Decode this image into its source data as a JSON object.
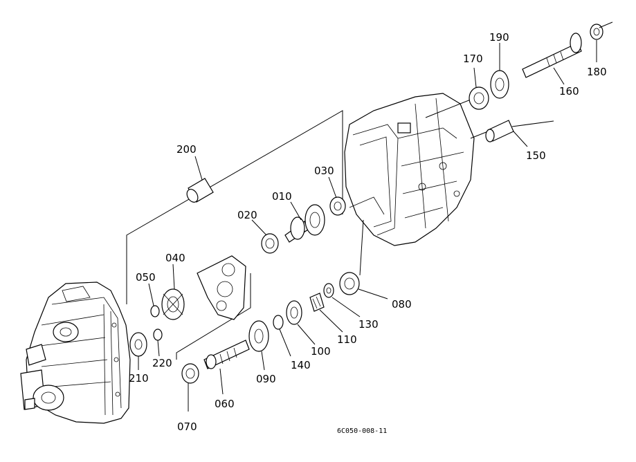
{
  "parts": [
    {
      "id": "p010",
      "label": "010"
    },
    {
      "id": "p020",
      "label": "020"
    },
    {
      "id": "p030",
      "label": "030"
    },
    {
      "id": "p040",
      "label": "040"
    },
    {
      "id": "p050",
      "label": "050"
    },
    {
      "id": "p060",
      "label": "060"
    },
    {
      "id": "p070",
      "label": "070"
    },
    {
      "id": "p080",
      "label": "080"
    },
    {
      "id": "p090",
      "label": "090"
    },
    {
      "id": "p100",
      "label": "100"
    },
    {
      "id": "p110",
      "label": "110"
    },
    {
      "id": "p130",
      "label": "130"
    },
    {
      "id": "p140",
      "label": "140"
    },
    {
      "id": "p150",
      "label": "150"
    },
    {
      "id": "p160",
      "label": "160"
    },
    {
      "id": "p170",
      "label": "170"
    },
    {
      "id": "p180",
      "label": "180"
    },
    {
      "id": "p190",
      "label": "190"
    },
    {
      "id": "p200",
      "label": "200"
    },
    {
      "id": "p210",
      "label": "210"
    },
    {
      "id": "p220",
      "label": "220"
    }
  ],
  "drawing_code": "6C050-008-11"
}
